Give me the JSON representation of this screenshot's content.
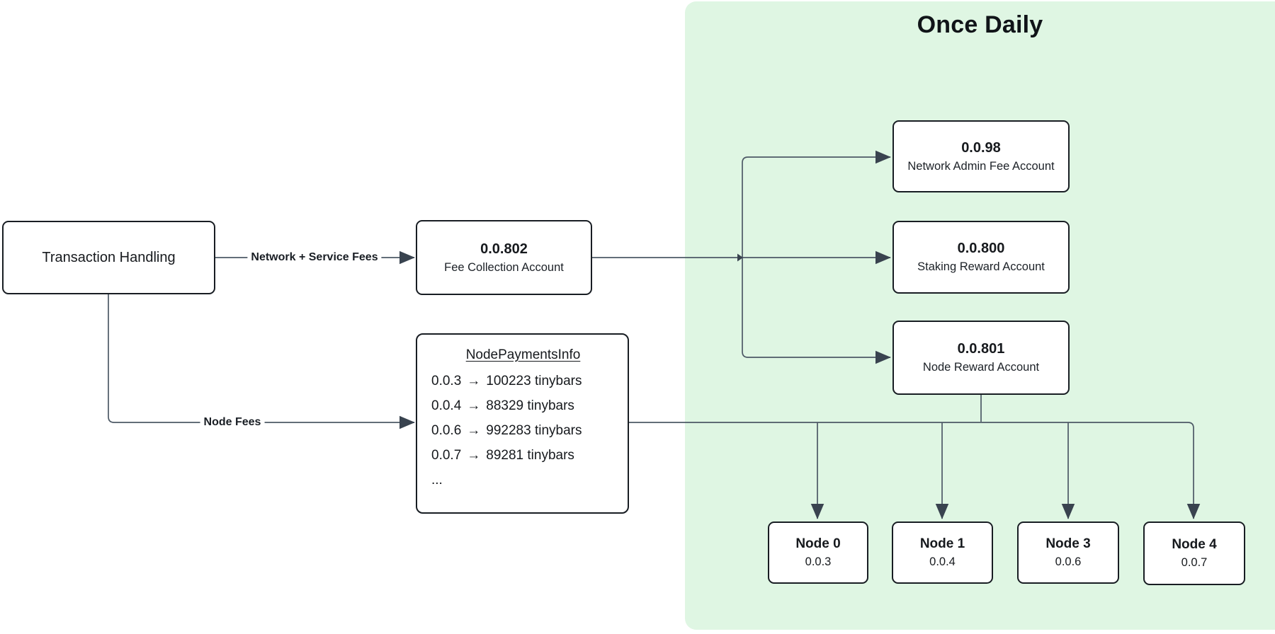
{
  "panel": {
    "title": "Once Daily",
    "fill_color": "#dff6e3"
  },
  "colors": {
    "connector": "#4d5966",
    "arrowhead": "#39434f",
    "box_border": "#181d23",
    "box_fill": "#ffffff",
    "text": "#16191d"
  },
  "source_box": {
    "title": "Transaction Handling"
  },
  "edges": {
    "network_service_label": "Network + Service Fees",
    "node_fees_label": "Node Fees"
  },
  "fee_account_box": {
    "id": "0.0.802",
    "label": "Fee Collection Account"
  },
  "payments_box": {
    "title": "NodePaymentsInfo",
    "arrow_glyph": "→",
    "ellipsis": "...",
    "rows": [
      {
        "account": "0.0.3",
        "amount": "100223 tinybars"
      },
      {
        "account": "0.0.4",
        "amount": "88329 tinybars"
      },
      {
        "account": "0.0.6",
        "amount": "992283 tinybars"
      },
      {
        "account": "0.0.7",
        "amount": "89281 tinybars"
      }
    ]
  },
  "daily_accounts": [
    {
      "id": "0.0.98",
      "label": "Network Admin Fee Account"
    },
    {
      "id": "0.0.800",
      "label": "Staking Reward Account"
    },
    {
      "id": "0.0.801",
      "label": "Node Reward Account"
    }
  ],
  "nodes": [
    {
      "name": "Node 0",
      "account": "0.0.3"
    },
    {
      "name": "Node 1",
      "account": "0.0.4"
    },
    {
      "name": "Node 3",
      "account": "0.0.6"
    },
    {
      "name": "Node 4",
      "account": "0.0.7"
    }
  ]
}
